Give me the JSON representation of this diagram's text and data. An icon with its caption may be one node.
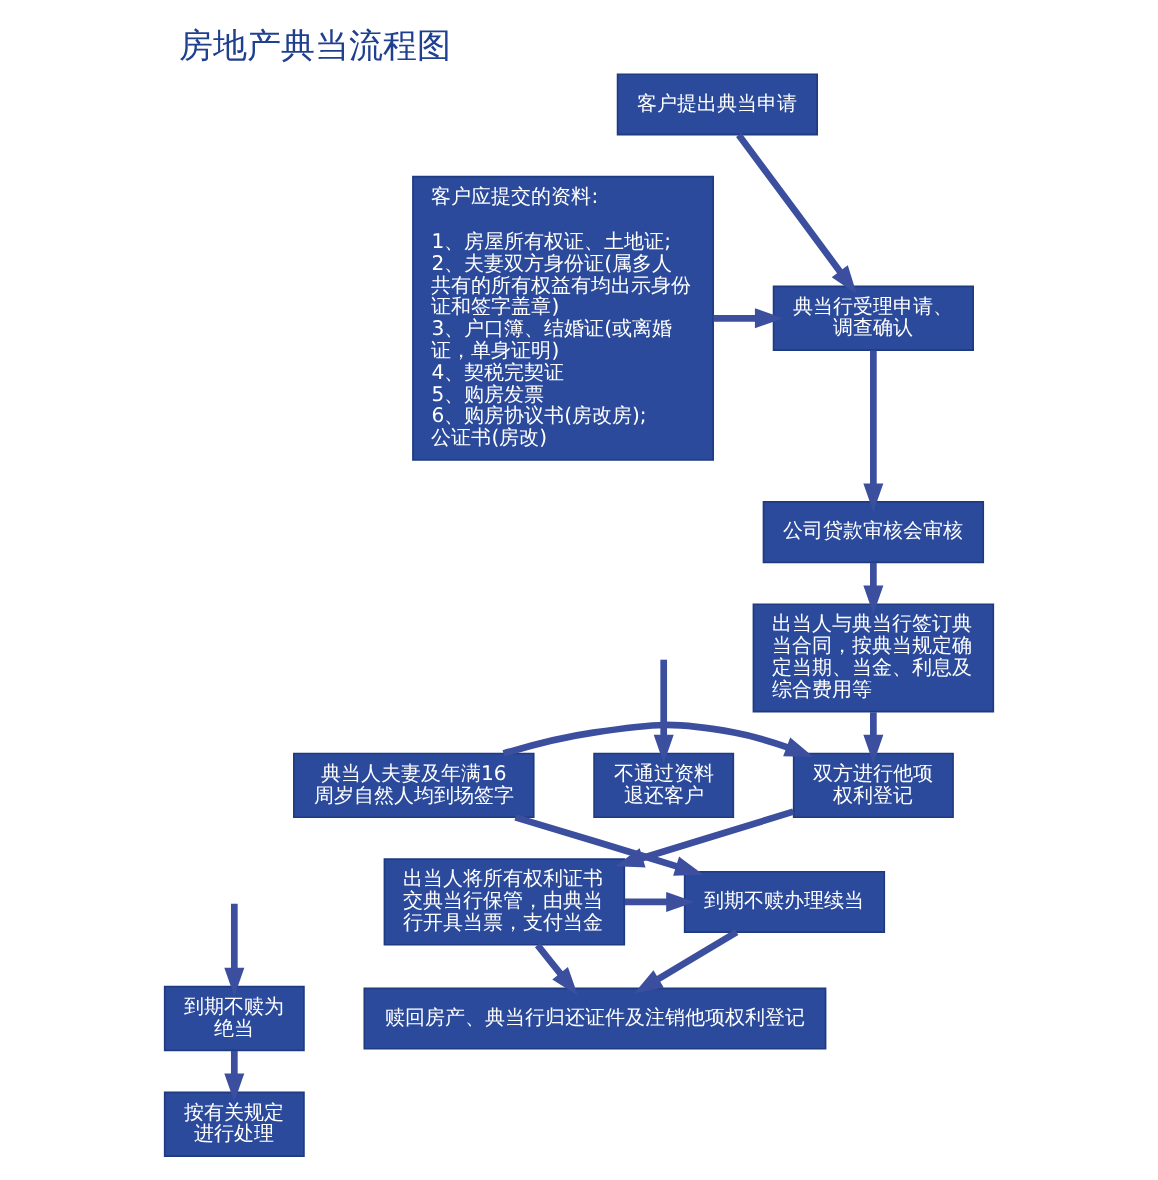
{
  "diagram": {
    "title": "房地产典当流程图",
    "nodes": [
      {
        "text": [
          "客户提出典当申请"
        ]
      },
      {
        "text": [
          "客户应提交的资料:",
          "1、房屋所有权证、土地证;",
          "2、夫妻双方身份证(属多人共有的所有权益有均出示身份证和签字盖章)",
          "3、户口簿、结婚证(或离婚证，单身证明)",
          "4、契税完契证",
          "5、购房发票",
          "6、购房协议书(房改房);公证书(房改)"
        ]
      },
      {
        "text": [
          "典当行受理申请、调查确认"
        ]
      },
      {
        "text": [
          "公司贷款审核会审核"
        ]
      },
      {
        "text": [
          "出当人与典当行签订典当合同，按典当规定确定当期、当金、利息及综合费用等"
        ]
      },
      {
        "text": [
          "不通过资料退还客户"
        ]
      },
      {
        "text": [
          "双方进行他项权利登记"
        ]
      },
      {
        "text": [
          "典当人夫妻及年满16周岁自然人均到场签字"
        ]
      },
      {
        "text": [
          "出当人将所有权利证书交典当行保管，由典当行开具当票，支付当金"
        ]
      },
      {
        "text": [
          "到期不赎办理续当"
        ]
      },
      {
        "text": [
          "到期不赎为绝当"
        ]
      },
      {
        "text": [
          "赎回房产、典当行归还证件及注销他项权利登记"
        ]
      },
      {
        "text": [
          "按有关规定进行处理"
        ]
      }
    ],
    "edges": [
      {
        "from": 0,
        "to": 2,
        "arrow": "to"
      },
      {
        "from": 1,
        "to": 2,
        "arrow": "to"
      },
      {
        "from": 2,
        "to": 3,
        "arrow": "to"
      },
      {
        "from": 3,
        "to": 4,
        "arrow": "to"
      },
      {
        "from": null,
        "to": 5,
        "arrow": "to"
      },
      {
        "from": 4,
        "to": 6,
        "arrow": "to"
      },
      {
        "from": 7,
        "to": 6,
        "arrow": "to"
      },
      {
        "from": 6,
        "to": 8,
        "arrow": "to"
      },
      {
        "from": 7,
        "to": 9,
        "arrow": "to"
      },
      {
        "from": 8,
        "to": 9,
        "arrow": "to"
      },
      {
        "from": null,
        "to": 10,
        "arrow": "to"
      },
      {
        "from": 8,
        "to": 11,
        "arrow": "to"
      },
      {
        "from": 9,
        "to": 11,
        "arrow": "to"
      },
      {
        "from": 10,
        "to": 12,
        "arrow": "to"
      }
    ]
  }
}
